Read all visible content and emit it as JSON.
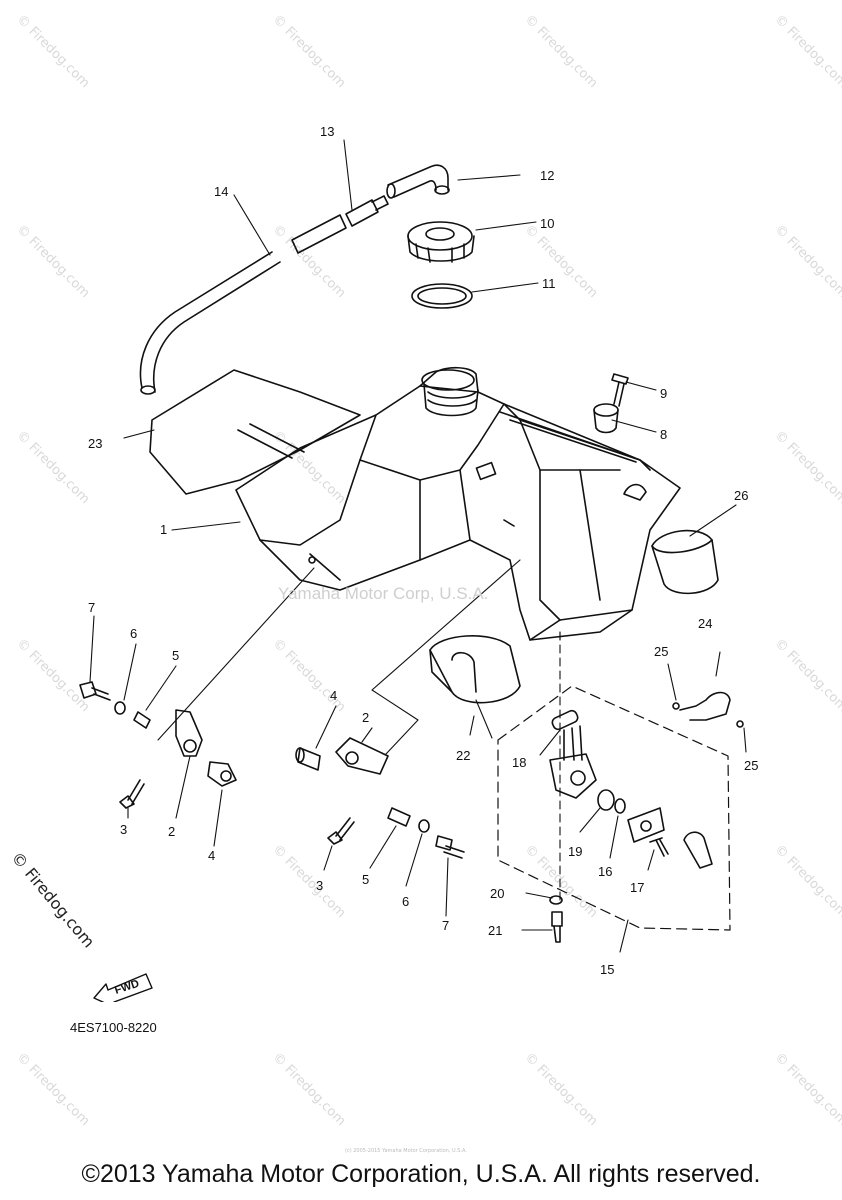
{
  "watermark": "© Firedog.com",
  "center_watermark": "Yamaha Motor Corp, U.S.A.",
  "side_credit": "© Firedog.com",
  "small_credit": "(c) 2005-2015 Yamaha Motor Corporation, U.S.A.",
  "diagram_code": "4ES7100-8220",
  "fwd_label": "FWD",
  "copyright": "©2013 Yamaha Motor Corporation, U.S.A. All rights reserved.",
  "callouts": {
    "c1": "1",
    "c2a": "2",
    "c2b": "2",
    "c3a": "3",
    "c3b": "3",
    "c4a": "4",
    "c4b": "4",
    "c5a": "5",
    "c5b": "5",
    "c6a": "6",
    "c6b": "6",
    "c7a": "7",
    "c7b": "7",
    "c8": "8",
    "c9": "9",
    "c10": "10",
    "c11": "11",
    "c12": "12",
    "c13": "13",
    "c14": "14",
    "c15": "15",
    "c16": "16",
    "c17": "17",
    "c18": "18",
    "c19": "19",
    "c20": "20",
    "c21": "21",
    "c22": "22",
    "c23": "23",
    "c24": "24",
    "c25a": "25",
    "c25b": "25",
    "c26": "26"
  }
}
